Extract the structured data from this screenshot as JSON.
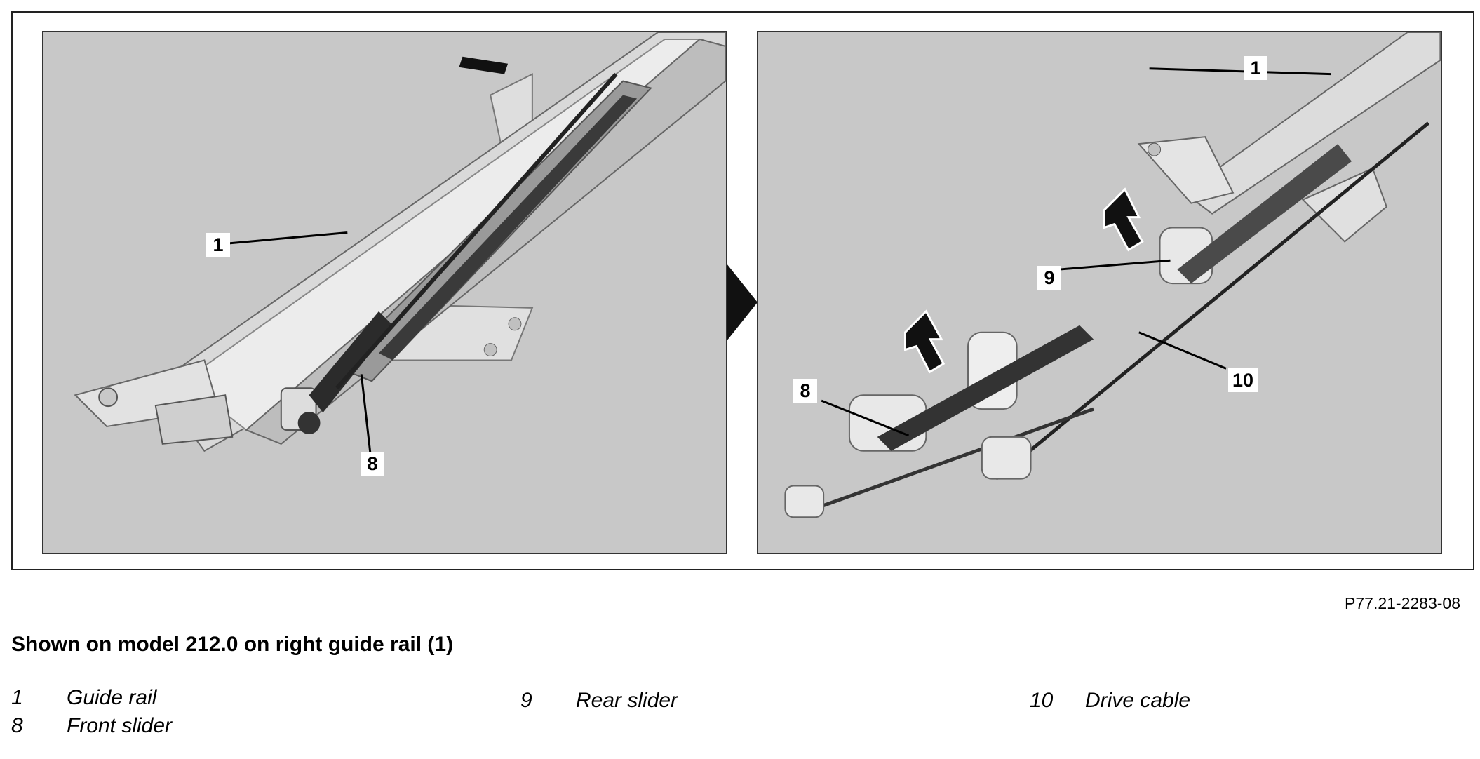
{
  "figure": {
    "callouts": {
      "left_rail": "1",
      "left_front_slider": "8",
      "right_rail": "1",
      "right_rear_slider": "9",
      "right_front_slider": "8",
      "right_drive_cable": "10"
    },
    "ref_code": "P77.21-2283-08"
  },
  "caption": {
    "title": "Shown on model 212.0 on right guide rail (1)",
    "legend": [
      {
        "num": "1",
        "desc": "Guide rail"
      },
      {
        "num": "8",
        "desc": "Front slider"
      },
      {
        "num": "9",
        "desc": "Rear slider"
      },
      {
        "num": "10",
        "desc": "Drive cable"
      }
    ]
  }
}
